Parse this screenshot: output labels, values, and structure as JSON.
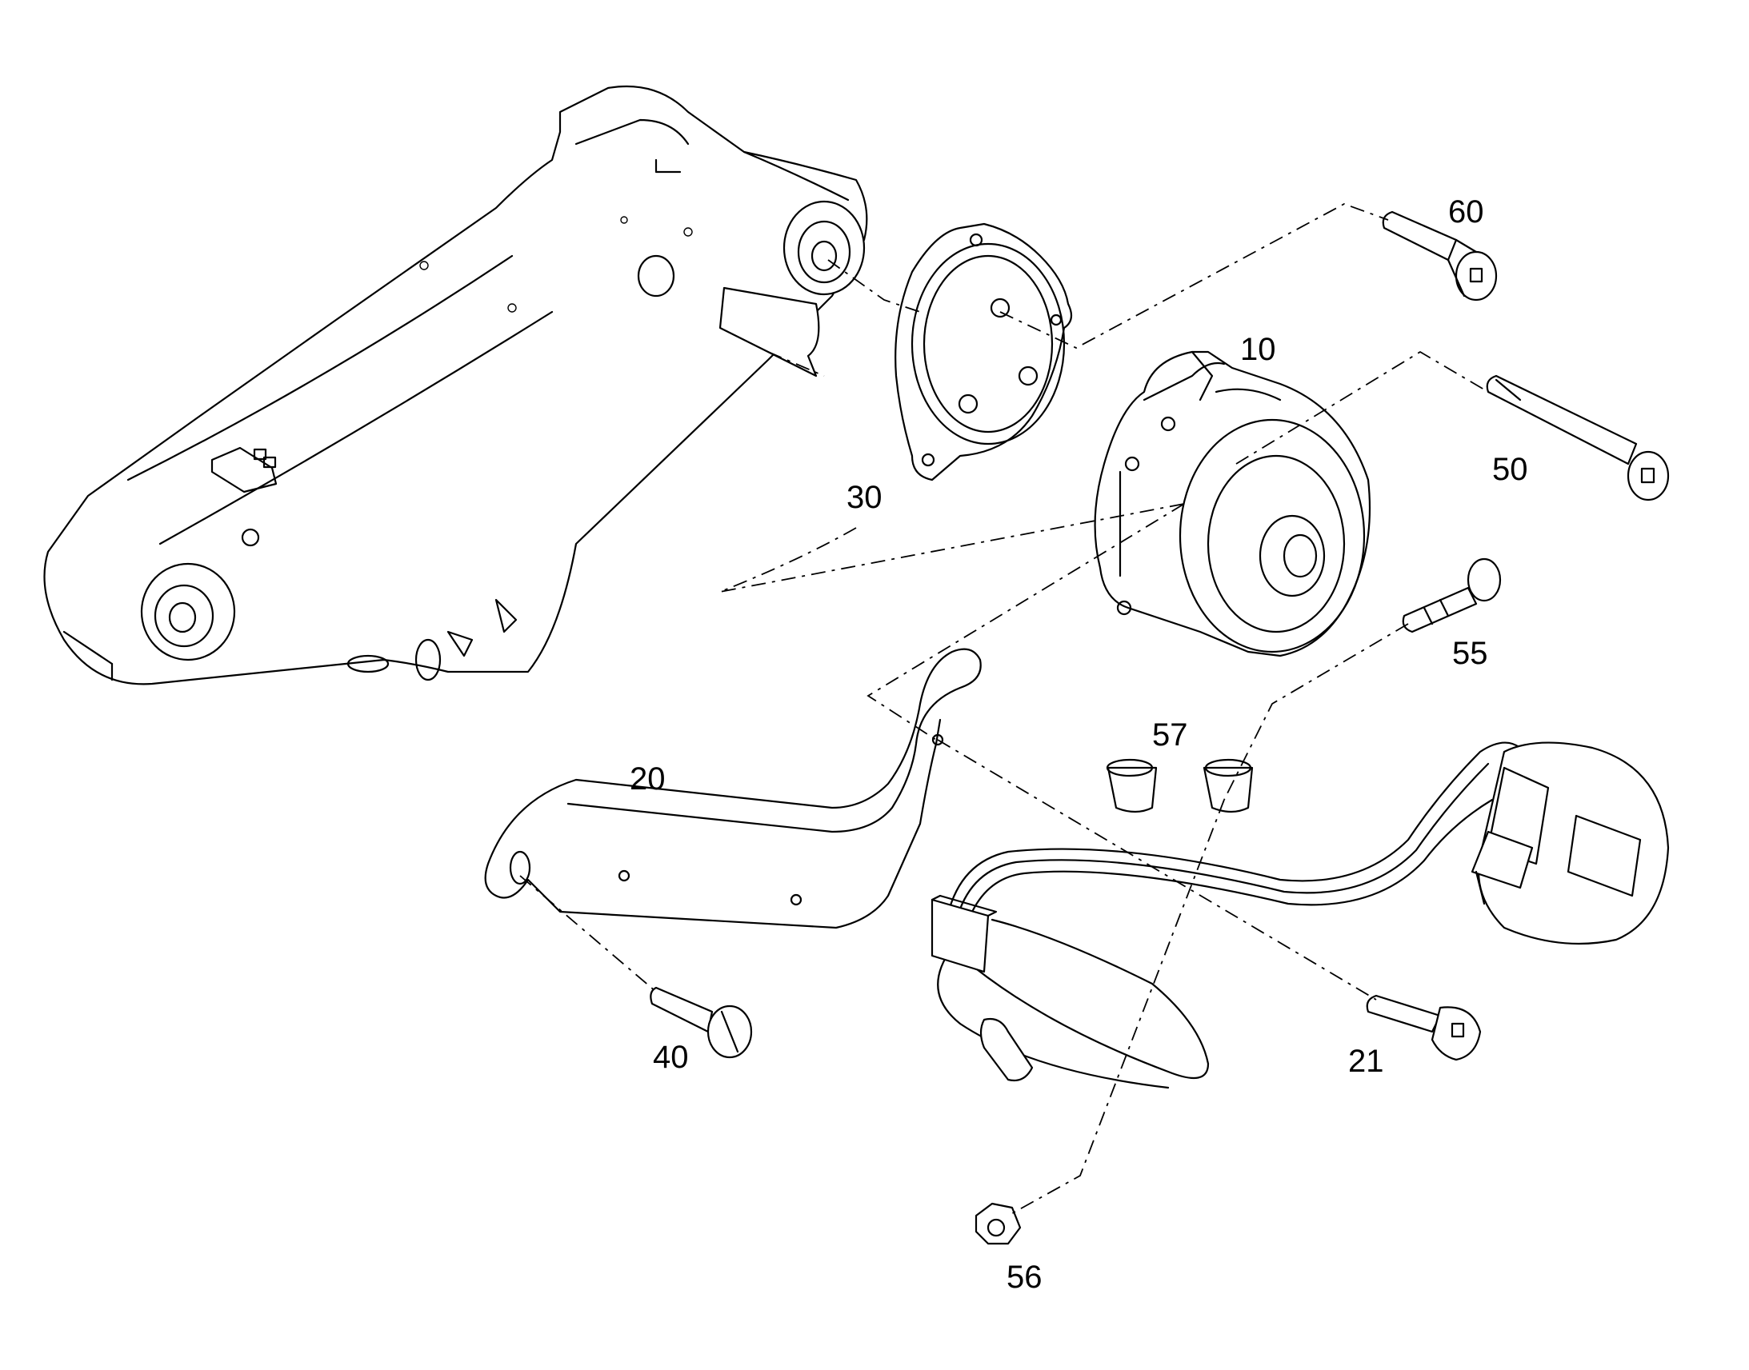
{
  "diagram": {
    "type": "exploded-parts-view",
    "callouts": [
      {
        "id": "part-60",
        "label": "60"
      },
      {
        "id": "part-10",
        "label": "10"
      },
      {
        "id": "part-50",
        "label": "50"
      },
      {
        "id": "part-30",
        "label": "30"
      },
      {
        "id": "part-55",
        "label": "55"
      },
      {
        "id": "part-57",
        "label": "57"
      },
      {
        "id": "part-20",
        "label": "20"
      },
      {
        "id": "part-40",
        "label": "40"
      },
      {
        "id": "part-21",
        "label": "21"
      },
      {
        "id": "part-56",
        "label": "56"
      }
    ]
  }
}
